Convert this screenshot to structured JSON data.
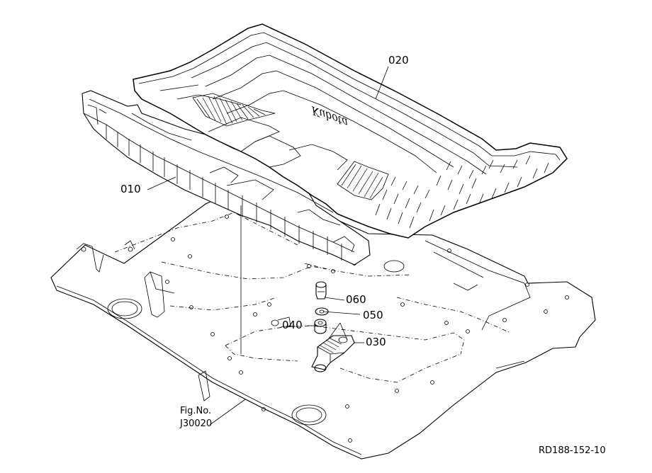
{
  "diagram": {
    "parts": [
      {
        "id": "part-010",
        "number": "010"
      },
      {
        "id": "part-020",
        "number": "020"
      },
      {
        "id": "part-030",
        "number": "030"
      },
      {
        "id": "part-040",
        "number": "040"
      },
      {
        "id": "part-050",
        "number": "050"
      },
      {
        "id": "part-060",
        "number": "060"
      }
    ],
    "mat_logo_text": "Kubota",
    "figure_ref": {
      "line1": "Fig.No.",
      "line2": "J30020"
    },
    "drawing_code": "RD188-152-10"
  }
}
